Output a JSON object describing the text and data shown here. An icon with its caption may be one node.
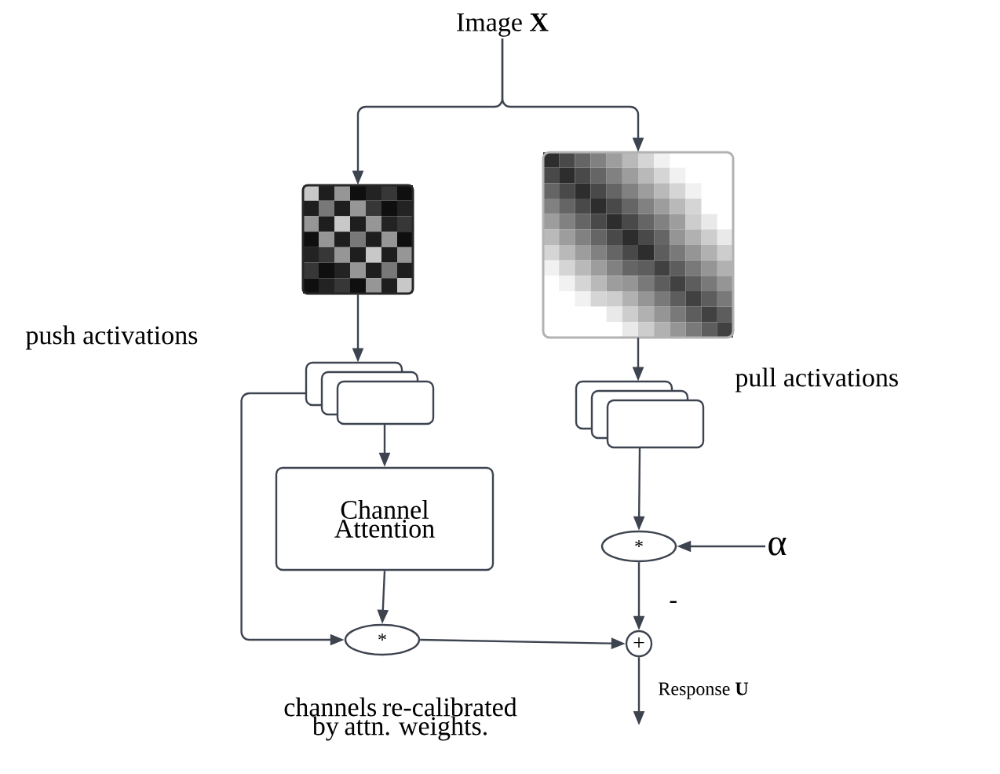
{
  "diagram": {
    "nodes": [
      {
        "text": [
          "Image **X**"
        ]
      },
      {
        "text": [],
        "shape": "picture"
      },
      {
        "text": [],
        "shape": "picture"
      },
      {
        "text": [],
        "shape": "box"
      },
      {
        "text": [],
        "shape": "box",
        "beside": [
          "pull activations"
        ]
      },
      {
        "text": [
          "Channel Attention"
        ]
      },
      {
        "text": [
          "*"
        ],
        "beside": [
          "channels re-calibrated by attn. weights."
        ]
      },
      {
        "text": [
          "*"
        ]
      },
      {
        "text": [
          "α"
        ]
      },
      {
        "text": [
          "+"
        ]
      }
    ],
    "edges": [
      {
        "from": 0,
        "to": 1,
        "arrow": "to"
      },
      {
        "from": 0,
        "to": 2,
        "arrow": "to"
      },
      {
        "from": 1,
        "to": 3,
        "arrow": "to"
      },
      {
        "from": 2,
        "to": 4,
        "arrow": "to"
      },
      {
        "from": 3,
        "to": 5,
        "arrow": "to"
      },
      {
        "from": 5,
        "to": 6,
        "arrow": "to"
      },
      {
        "from": 3,
        "to": 6,
        "arrow": "to"
      },
      {
        "from": 4,
        "to": 7,
        "arrow": "to"
      },
      {
        "from": 8,
        "to": 7,
        "arrow": "to"
      },
      {
        "from": 7,
        "to": 9,
        "arrow": "to",
        "label": "-"
      },
      {
        "from": 6,
        "to": 9,
        "arrow": "to"
      },
      {
        "from": 9,
        "to": null,
        "arrow": "to",
        "label": "Response **U**"
      }
    ],
    "labels": [
      "push activations"
    ]
  }
}
